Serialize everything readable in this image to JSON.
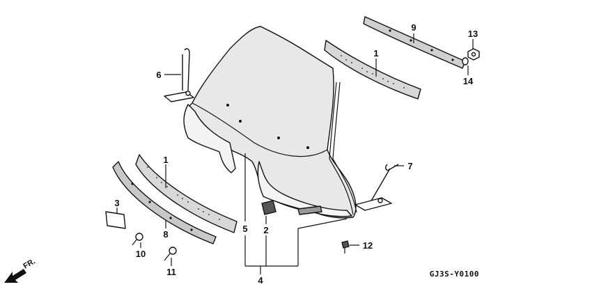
{
  "callouts": {
    "c1a": "1",
    "c1b": "1",
    "c2": "2",
    "c3": "3",
    "c4": "4",
    "c5": "5",
    "c6": "6",
    "c7": "7",
    "c8": "8",
    "c9": "9",
    "c10": "10",
    "c11": "11",
    "c12": "12",
    "c13": "13",
    "c14": "14"
  },
  "direction_label": "FR.",
  "diagram_code": "GJ3S-Y0100",
  "colors": {
    "ink": "#111111",
    "shield_fill": "#e8e8e8",
    "strip_fill": "#d0d0d0"
  }
}
